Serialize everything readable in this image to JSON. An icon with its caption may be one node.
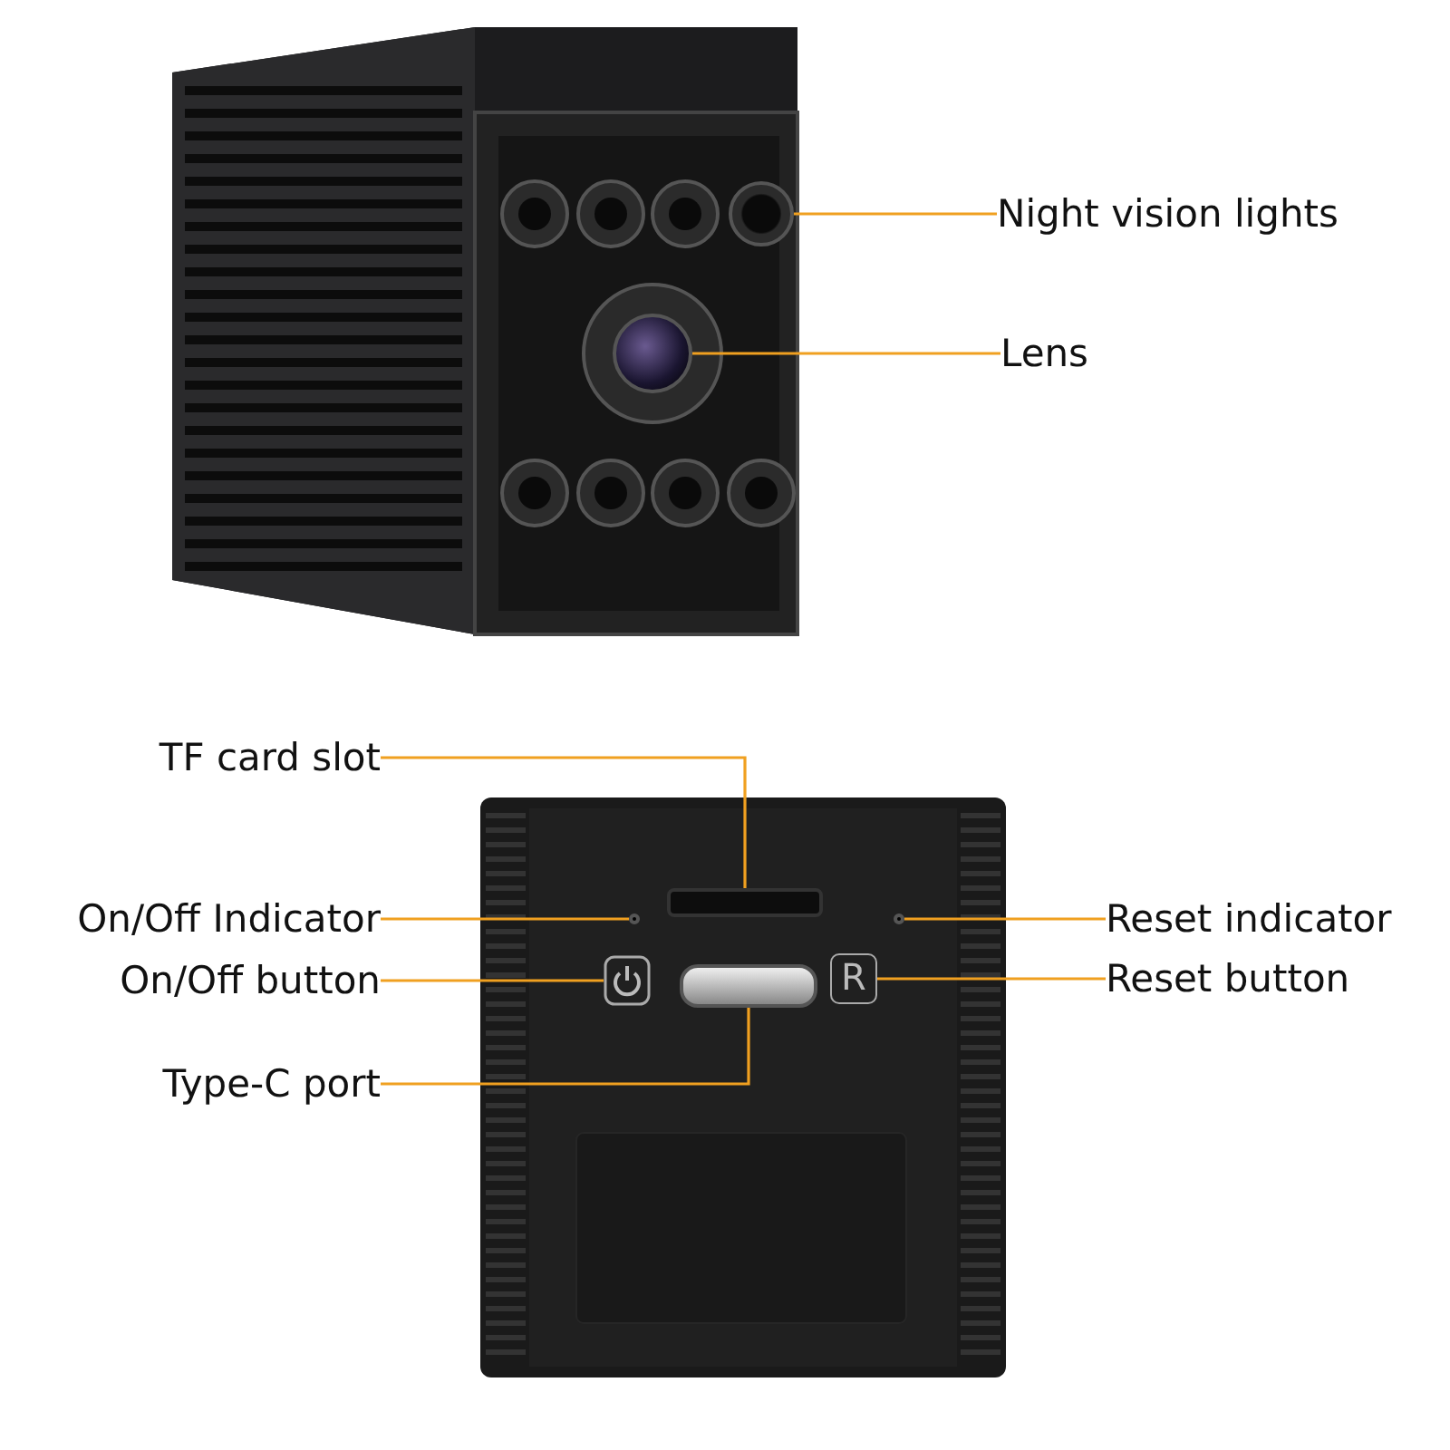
{
  "diagram": {
    "nodes": [
      {
        "text": [
          "Night vision lights"
        ]
      },
      {
        "text": [
          "Lens"
        ]
      },
      {
        "text": [
          "TF card slot"
        ]
      },
      {
        "text": [
          "On/Off Indicator"
        ]
      },
      {
        "text": [
          "Reset indicator"
        ]
      },
      {
        "text": [
          "On/Off button"
        ]
      },
      {
        "text": [
          "Reset button"
        ]
      },
      {
        "text": [
          "Type-C port"
        ]
      },
      {
        "text": [],
        "shape": "circle"
      },
      {
        "text": [],
        "shape": "circle"
      },
      {
        "text": [],
        "shape": "box"
      },
      {
        "text": [],
        "shape": "circle"
      },
      {
        "text": [],
        "shape": "circle"
      },
      {
        "text": [],
        "shape": "picture"
      },
      {
        "text": [
          "R"
        ]
      },
      {
        "text": [],
        "shape": "box"
      }
    ],
    "edges": [
      {
        "from": 0,
        "to": 8,
        "arrow": "none"
      },
      {
        "from": 1,
        "to": 9,
        "arrow": "none"
      },
      {
        "from": 2,
        "to": 10,
        "arrow": "none"
      },
      {
        "from": 3,
        "to": 11,
        "arrow": "none"
      },
      {
        "from": 4,
        "to": 12,
        "arrow": "none"
      },
      {
        "from": 5,
        "to": 13,
        "arrow": "none"
      },
      {
        "from": 6,
        "to": 14,
        "arrow": "none"
      },
      {
        "from": 7,
        "to": 15,
        "arrow": "none"
      }
    ]
  }
}
